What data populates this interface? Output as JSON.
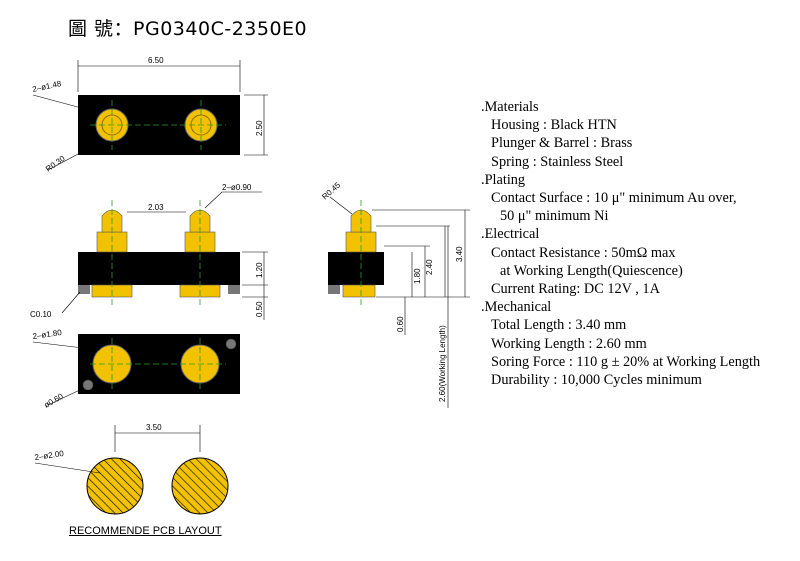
{
  "title": "圖 號：PG0340C-2350E0",
  "dims": {
    "width_top": "6.50",
    "height_top": "2.50",
    "hole_top": "2–ø1.48",
    "radius_top": "R0.30",
    "pin_dia": "2–ø0.90",
    "pin_pitch": "2.03",
    "body_h": "1.20",
    "bottom_gap": "0.50",
    "chamfer": "C0.10",
    "side_radius": "R0.45",
    "total_len": "3.40",
    "len_240": "2.40",
    "len_180": "1.80",
    "len_060": "0.60",
    "work_len": "2.60(Working Length)",
    "bottom_pad": "2–ø1.80",
    "bottom_hole": "ø0.60",
    "pcb_pitch": "3.50",
    "pcb_pad": "2–ø2.00"
  },
  "pcb_title": "RECOMMENDE PCB LAYOUT",
  "specs": [
    {
      "cls": "sec",
      "text": ".Materials"
    },
    {
      "cls": "item",
      "text": "Housing : Black HTN"
    },
    {
      "cls": "item",
      "text": "Plunger & Barrel : Brass"
    },
    {
      "cls": "item",
      "text": "Spring : Stainless Steel"
    },
    {
      "cls": "sec",
      "text": ".Plating"
    },
    {
      "cls": "item",
      "text": "Contact Surface : 10 μ\" minimum Au over,"
    },
    {
      "cls": "cont",
      "text": "50 μ\" minimum   Ni"
    },
    {
      "cls": "sec",
      "text": ".Electrical"
    },
    {
      "cls": "item",
      "text": "Contact Resistance : 50mΩ max"
    },
    {
      "cls": "cont",
      "text": "at Working Length(Quiescence)"
    },
    {
      "cls": "item",
      "text": "Current Rating: DC 12V , 1A"
    },
    {
      "cls": "sec",
      "text": ".Mechanical"
    },
    {
      "cls": "item",
      "text": "Total Length : 3.40 mm"
    },
    {
      "cls": "item",
      "text": "Working Length : 2.60 mm"
    },
    {
      "cls": "item",
      "text": "Soring Force : 110 g ± 20% at Working Length"
    },
    {
      "cls": "item",
      "text": "Durability : 10,000 Cycles minimum"
    }
  ]
}
